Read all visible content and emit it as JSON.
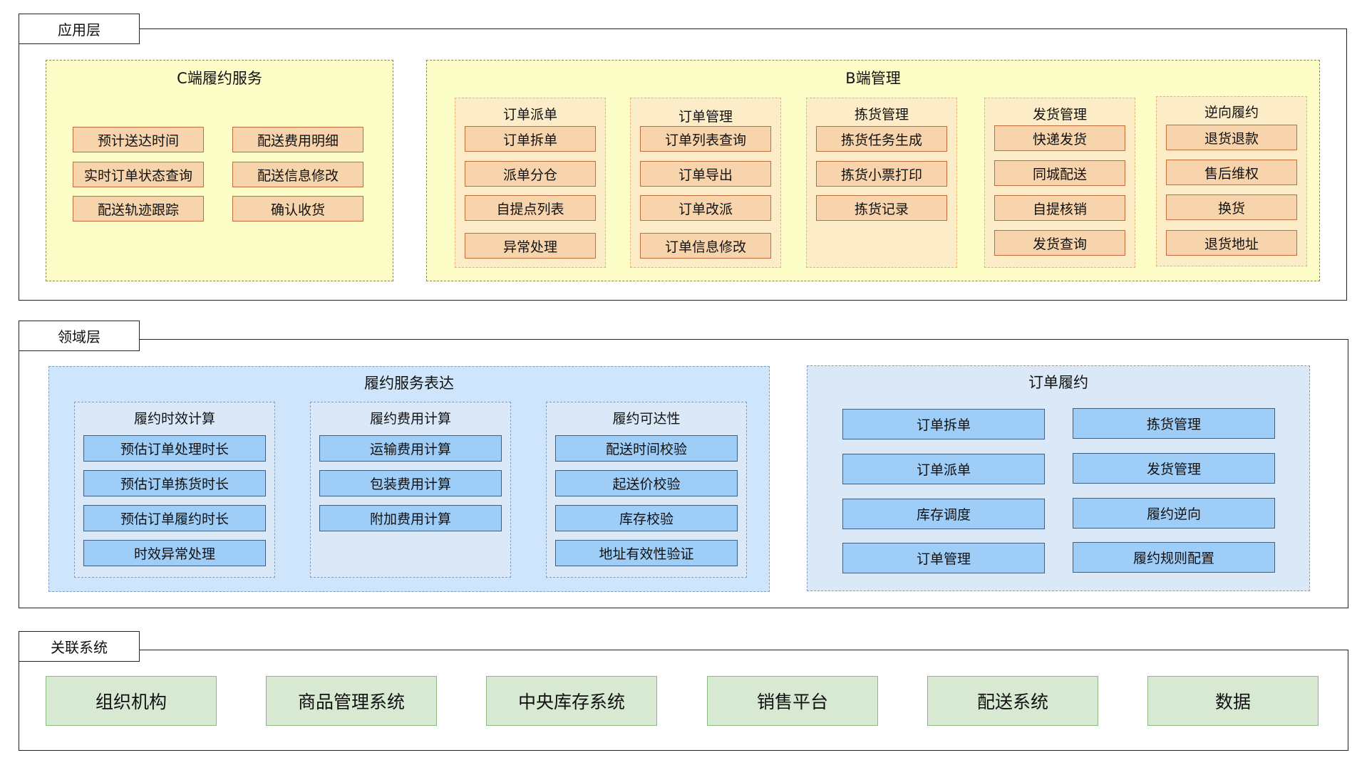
{
  "app_layer": {
    "tab": "应用层",
    "c_panel": {
      "title": "C端履约服务",
      "items": [
        "预计送达时间",
        "配送费用明细",
        "实时订单状态查询",
        "配送信息修改",
        "配送轨迹跟踪",
        "确认收货"
      ]
    },
    "b_panel": {
      "title": "B端管理",
      "groups": [
        {
          "title": "订单派单",
          "items": [
            "订单拆单",
            "派单分仓",
            "自提点列表",
            "异常处理"
          ]
        },
        {
          "title": "订单管理",
          "items": [
            "订单列表查询",
            "订单导出",
            "订单改派",
            "订单信息修改"
          ]
        },
        {
          "title": "拣货管理",
          "items": [
            "拣货任务生成",
            "拣货小票打印",
            "拣货记录"
          ]
        },
        {
          "title": "发货管理",
          "items": [
            "快递发货",
            "同城配送",
            "自提核销",
            "发货查询"
          ]
        },
        {
          "title": "逆向履约",
          "items": [
            "退货退款",
            "售后维权",
            "换货",
            "退货地址"
          ]
        }
      ]
    }
  },
  "domain_layer": {
    "tab": "领域层",
    "service_panel": {
      "title": "履约服务表达",
      "groups": [
        {
          "title": "履约时效计算",
          "items": [
            "预估订单处理时长",
            "预估订单拣货时长",
            "预估订单履约时长",
            "时效异常处理"
          ]
        },
        {
          "title": "履约费用计算",
          "items": [
            "运输费用计算",
            "包装费用计算",
            "附加费用计算"
          ]
        },
        {
          "title": "履约可达性",
          "items": [
            "配送时间校验",
            "起送价校验",
            "库存校验",
            "地址有效性验证"
          ]
        }
      ]
    },
    "order_panel": {
      "title": "订单履约",
      "items": [
        "订单拆单",
        "拣货管理",
        "订单派单",
        "发货管理",
        "库存调度",
        "履约逆向",
        "订单管理",
        "履约规则配置"
      ]
    }
  },
  "related_layer": {
    "tab": "关联系统",
    "items": [
      "组织机构",
      "商品管理系统",
      "中央库存系统",
      "销售平台",
      "配送系统",
      "数据"
    ]
  }
}
